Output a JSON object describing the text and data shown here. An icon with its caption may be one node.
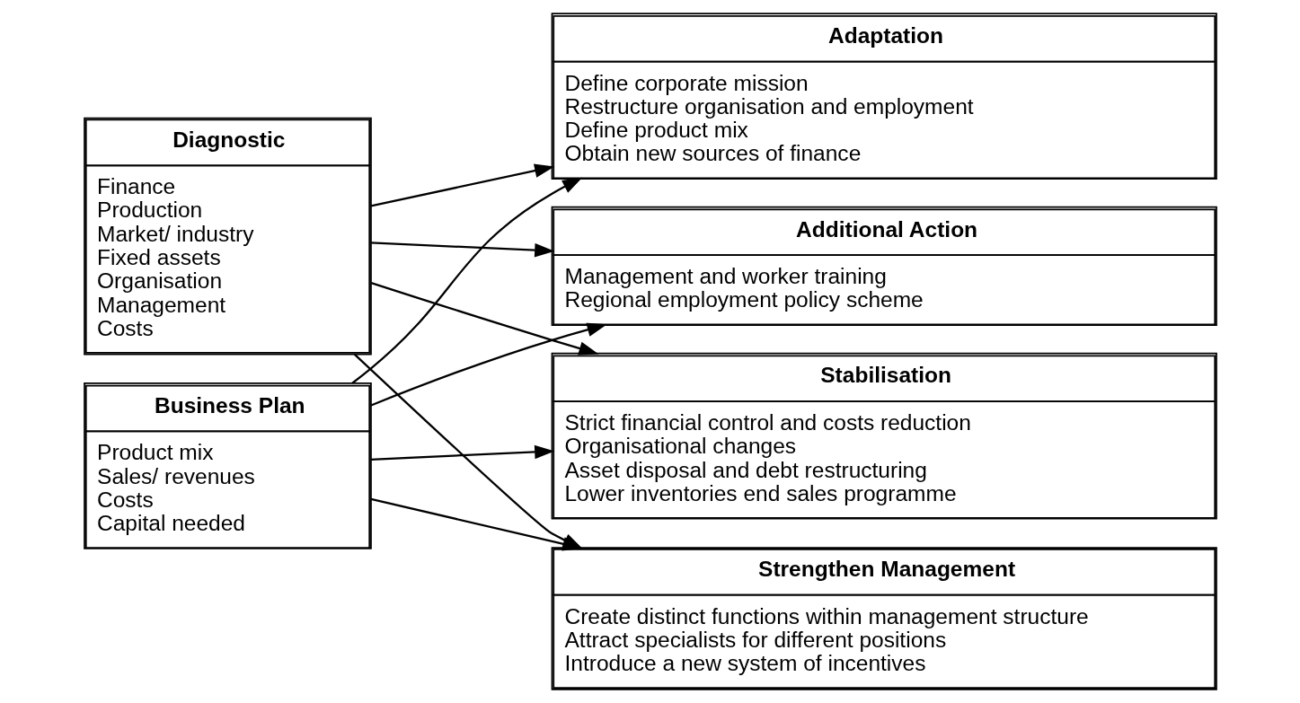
{
  "diagram": {
    "nodes": [
      {
        "text": [
          "Diagnostic",
          "Finance",
          "Production",
          "Market/ industry",
          "Fixed assets",
          "Organisation",
          "Management",
          "Costs"
        ]
      },
      {
        "text": [
          "Business Plan",
          "Product mix",
          "Sales/ revenues",
          "Costs",
          "Capital needed"
        ]
      },
      {
        "text": [
          "Stabilisation",
          "Strict financial control and costs reduction",
          "Organisational changes",
          "Asset disposal and debt restructuring",
          "Lower inventories end sales programme"
        ]
      },
      {
        "text": [
          "Strengthen Management",
          "Create distinct functions within management structure",
          "Attract specialists for different positions",
          "Introduce a new system of incentives"
        ]
      },
      {
        "text": [
          "Adaptation",
          "Define corporate mission",
          "Restructure organisation and employment",
          "Define product mix",
          "Obtain new sources of finance"
        ]
      },
      {
        "text": [
          "Additional Action",
          "Management and worker training",
          "Regional employment policy scheme"
        ]
      }
    ],
    "edges": [
      {
        "from": 0,
        "to": 2,
        "arrow": "to"
      },
      {
        "from": 0,
        "to": 3,
        "arrow": "to"
      },
      {
        "from": 0,
        "to": 4,
        "arrow": "to"
      },
      {
        "from": 0,
        "to": 5,
        "arrow": "to"
      },
      {
        "from": 1,
        "to": 2,
        "arrow": "to"
      },
      {
        "from": 1,
        "to": 3,
        "arrow": "to"
      },
      {
        "from": 1,
        "to": 4,
        "arrow": "to"
      },
      {
        "from": 1,
        "to": 5,
        "arrow": "to"
      }
    ]
  }
}
